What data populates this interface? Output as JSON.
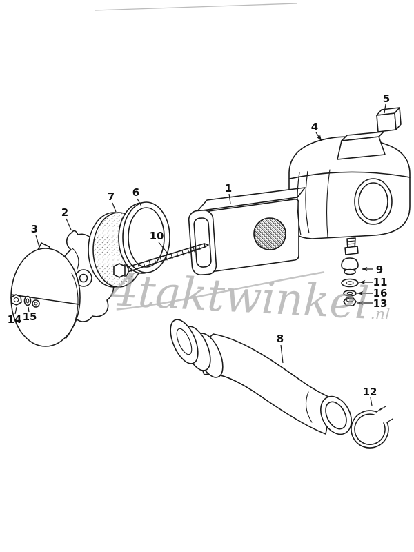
{
  "image": {
    "type": "exploded-parts-diagram",
    "background": "#ffffff",
    "line_color": "#1a1a1a"
  },
  "watermark": {
    "text": "4taktwinkel",
    "suffix": ".nl",
    "color": "#969696"
  },
  "parts": [
    {
      "number": "1"
    },
    {
      "number": "2"
    },
    {
      "number": "3"
    },
    {
      "number": "4"
    },
    {
      "number": "5"
    },
    {
      "number": "6"
    },
    {
      "number": "7"
    },
    {
      "number": "8"
    },
    {
      "number": "9"
    },
    {
      "number": "10"
    },
    {
      "number": "11"
    },
    {
      "number": "12"
    },
    {
      "number": "13"
    },
    {
      "number": "14"
    },
    {
      "number": "15"
    },
    {
      "number": "16"
    }
  ]
}
